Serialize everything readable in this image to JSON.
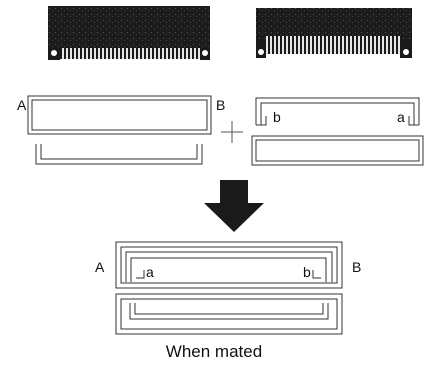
{
  "labels": {
    "top_left_A": "A",
    "top_left_B": "B",
    "top_right_b": "b",
    "top_right_a": "a",
    "mated_A": "A",
    "mated_B": "B",
    "mated_a": "a",
    "mated_b": "b"
  },
  "caption": "When mated",
  "colors": {
    "line": "#333333",
    "connector_body": "#1a1a1a",
    "arrow": "#1a1a1a"
  }
}
